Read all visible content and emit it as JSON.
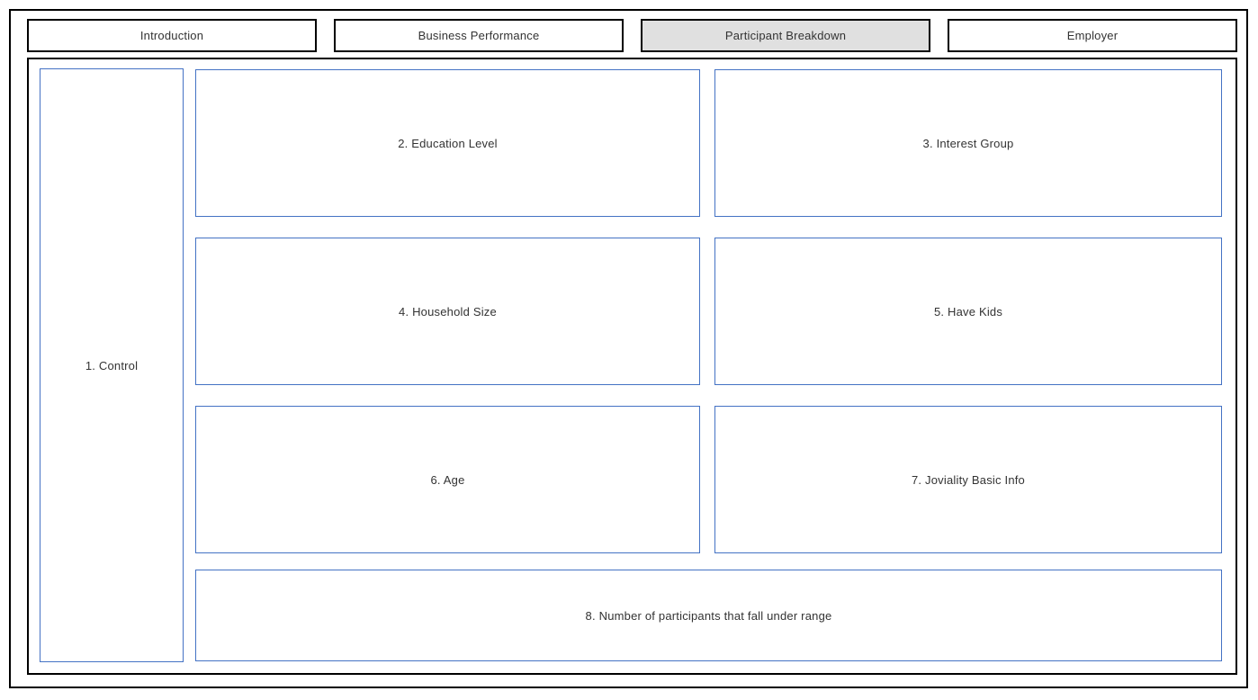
{
  "tabs": [
    {
      "label": "Introduction",
      "selected": false
    },
    {
      "label": "Business Performance",
      "selected": false
    },
    {
      "label": "Participant Breakdown",
      "selected": true
    },
    {
      "label": "Employer",
      "selected": false
    }
  ],
  "panels": {
    "control": "1. Control",
    "education_level": "2. Education Level",
    "interest_group": "3. Interest Group",
    "household_size": "4. Household Size",
    "have_kids": "5. Have Kids",
    "age": "6. Age",
    "joviality_basic_info": "7. Joviality Basic Info",
    "participants_range": "8. Number of participants that fall under range"
  },
  "colors": {
    "panel_border": "#4472C4",
    "frame_border": "#000000",
    "selected_tab_bg": "#E0E0E0",
    "text": "#333333"
  }
}
